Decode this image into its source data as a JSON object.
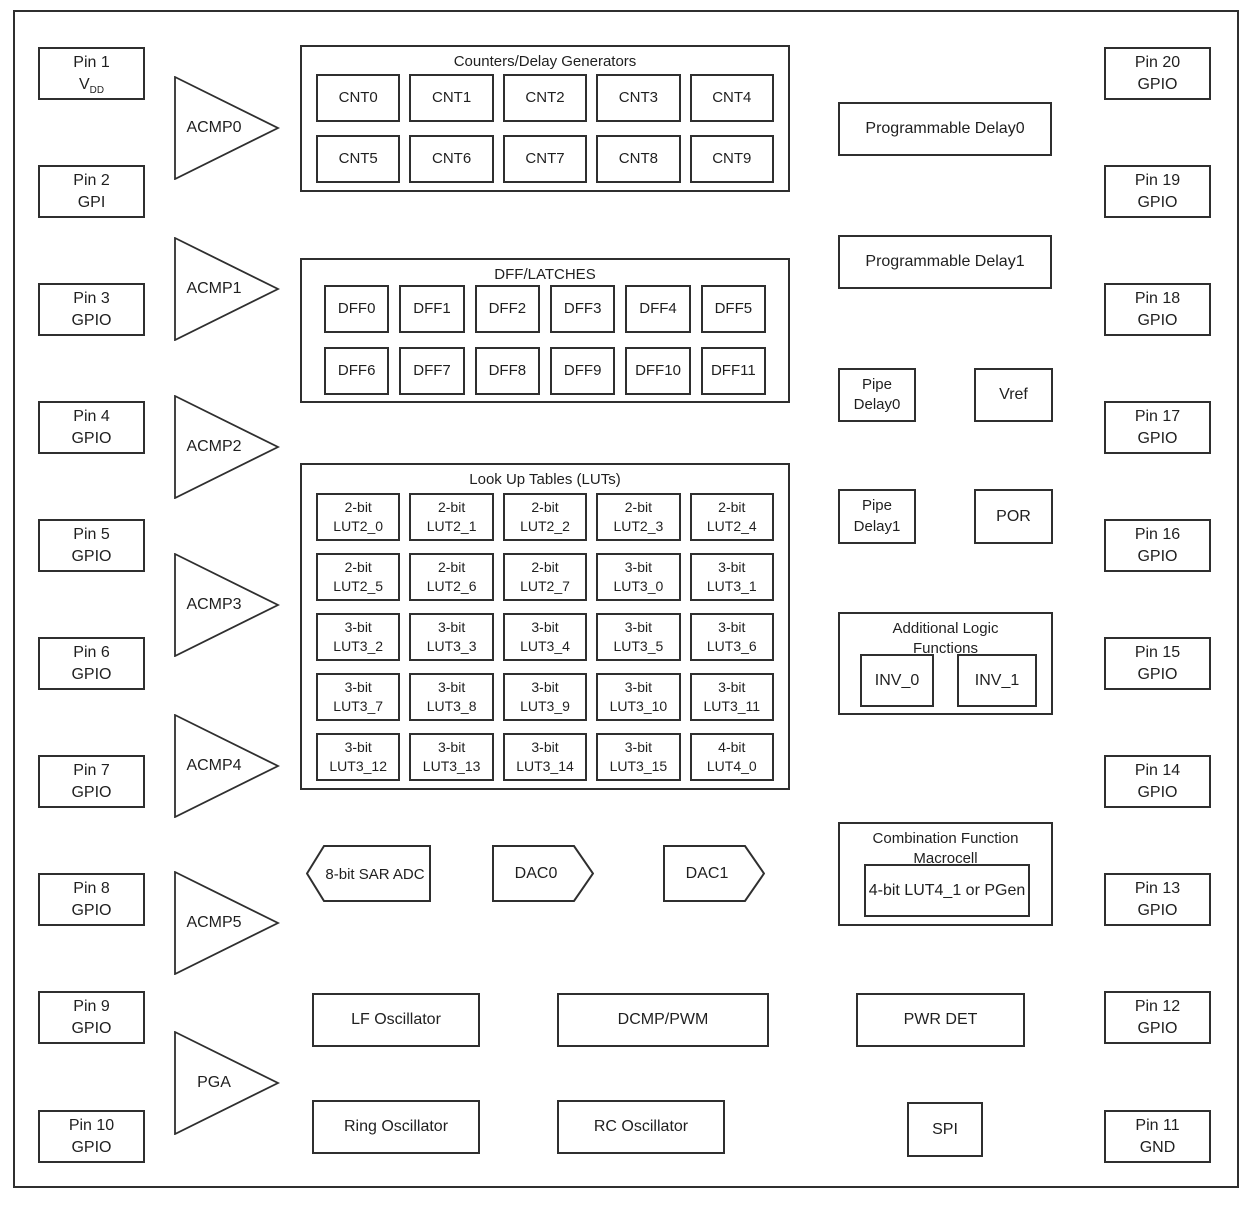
{
  "colors": {
    "background": "#ffffff",
    "line": "#2f2f2f",
    "text": "#1f1f1f"
  },
  "pins_left": [
    {
      "line1": "Pin 1",
      "line2": "V",
      "line2_sub": "DD"
    },
    {
      "line1": "Pin 2",
      "line2": "GPI"
    },
    {
      "line1": "Pin 3",
      "line2": "GPIO"
    },
    {
      "line1": "Pin 4",
      "line2": "GPIO"
    },
    {
      "line1": "Pin 5",
      "line2": "GPIO"
    },
    {
      "line1": "Pin 6",
      "line2": "GPIO"
    },
    {
      "line1": "Pin 7",
      "line2": "GPIO"
    },
    {
      "line1": "Pin 8",
      "line2": "GPIO"
    },
    {
      "line1": "Pin 9",
      "line2": "GPIO"
    },
    {
      "line1": "Pin 10",
      "line2": "GPIO"
    }
  ],
  "pins_right": [
    {
      "line1": "Pin 20",
      "line2": "GPIO"
    },
    {
      "line1": "Pin 19",
      "line2": "GPIO"
    },
    {
      "line1": "Pin 18",
      "line2": "GPIO"
    },
    {
      "line1": "Pin 17",
      "line2": "GPIO"
    },
    {
      "line1": "Pin 16",
      "line2": "GPIO"
    },
    {
      "line1": "Pin 15",
      "line2": "GPIO"
    },
    {
      "line1": "Pin 14",
      "line2": "GPIO"
    },
    {
      "line1": "Pin 13",
      "line2": "GPIO"
    },
    {
      "line1": "Pin 12",
      "line2": "GPIO"
    },
    {
      "line1": "Pin 11",
      "line2": "GND"
    }
  ],
  "amplifiers": [
    "ACMP0",
    "ACMP1",
    "ACMP2",
    "ACMP3",
    "ACMP4",
    "ACMP5",
    "PGA"
  ],
  "counters": {
    "title": "Counters/Delay Generators",
    "cells": [
      "CNT0",
      "CNT1",
      "CNT2",
      "CNT3",
      "CNT4",
      "CNT5",
      "CNT6",
      "CNT7",
      "CNT8",
      "CNT9"
    ]
  },
  "dff_latches": {
    "title": "DFF/LATCHES",
    "cells": [
      "DFF0",
      "DFF1",
      "DFF2",
      "DFF3",
      "DFF4",
      "DFF5",
      "DFF6",
      "DFF7",
      "DFF8",
      "DFF9",
      "DFF10",
      "DFF11"
    ]
  },
  "luts": {
    "title": "Look Up Tables (LUTs)",
    "cells": [
      {
        "size": "2-bit",
        "name": "LUT2_0"
      },
      {
        "size": "2-bit",
        "name": "LUT2_1"
      },
      {
        "size": "2-bit",
        "name": "LUT2_2"
      },
      {
        "size": "2-bit",
        "name": "LUT2_3"
      },
      {
        "size": "2-bit",
        "name": "LUT2_4"
      },
      {
        "size": "2-bit",
        "name": "LUT2_5"
      },
      {
        "size": "2-bit",
        "name": "LUT2_6"
      },
      {
        "size": "2-bit",
        "name": "LUT2_7"
      },
      {
        "size": "3-bit",
        "name": "LUT3_0"
      },
      {
        "size": "3-bit",
        "name": "LUT3_1"
      },
      {
        "size": "3-bit",
        "name": "LUT3_2"
      },
      {
        "size": "3-bit",
        "name": "LUT3_3"
      },
      {
        "size": "3-bit",
        "name": "LUT3_4"
      },
      {
        "size": "3-bit",
        "name": "LUT3_5"
      },
      {
        "size": "3-bit",
        "name": "LUT3_6"
      },
      {
        "size": "3-bit",
        "name": "LUT3_7"
      },
      {
        "size": "3-bit",
        "name": "LUT3_8"
      },
      {
        "size": "3-bit",
        "name": "LUT3_9"
      },
      {
        "size": "3-bit",
        "name": "LUT3_10"
      },
      {
        "size": "3-bit",
        "name": "LUT3_11"
      },
      {
        "size": "3-bit",
        "name": "LUT3_12"
      },
      {
        "size": "3-bit",
        "name": "LUT3_13"
      },
      {
        "size": "3-bit",
        "name": "LUT3_14"
      },
      {
        "size": "3-bit",
        "name": "LUT3_15"
      },
      {
        "size": "4-bit",
        "name": "LUT4_0"
      }
    ]
  },
  "converters": {
    "adc": "8-bit SAR ADC",
    "dac0": "DAC0",
    "dac1": "DAC1"
  },
  "delays": {
    "prog0": "Programmable Delay0",
    "prog1": "Programmable Delay1",
    "pipe0": "Pipe\nDelay0",
    "pipe1": "Pipe\nDelay1"
  },
  "references": {
    "vref": "Vref",
    "por": "POR"
  },
  "additional_logic": {
    "title": "Additional Logic\nFunctions",
    "cells": [
      "INV_0",
      "INV_1"
    ]
  },
  "macrocell": {
    "title": "Combination Function\nMacrocell",
    "cell": "4-bit LUT4_1 or PGen"
  },
  "oscillators": {
    "lf": "LF Oscillator",
    "ring": "Ring Oscillator",
    "rc": "RC Oscillator"
  },
  "misc_blocks": {
    "dcmp": "DCMP/PWM",
    "pwr_det": "PWR DET",
    "spi": "SPI"
  }
}
